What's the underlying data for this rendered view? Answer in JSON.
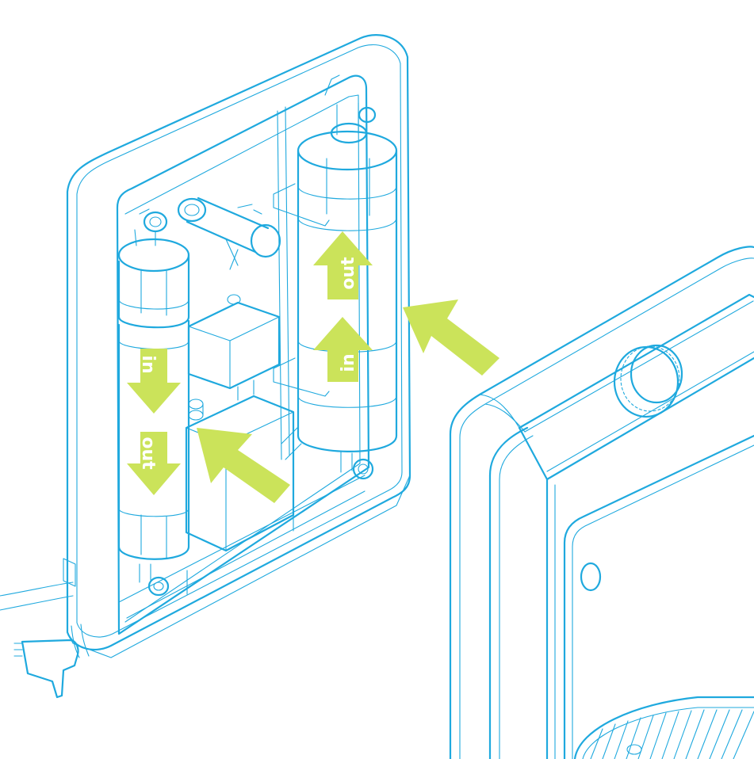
{
  "colors": {
    "line": "#1fa9de",
    "accent": "#cbe35a",
    "label_text": "#ffffff",
    "background": "#ffffff"
  },
  "labels": {
    "left_in": "in",
    "left_out": "out",
    "right_in": "in",
    "right_out": "out"
  },
  "icons": {
    "flow_down_arrow": "arrow-down",
    "flow_up_arrow": "arrow-up",
    "pointer_arrow": "arrow-pointer"
  }
}
